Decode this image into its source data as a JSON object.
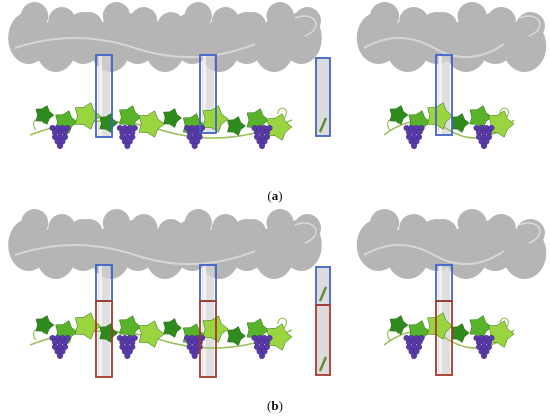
{
  "captions": {
    "a": {
      "open": "(",
      "letter": "a",
      "close": ")"
    },
    "b": {
      "open": "(",
      "letter": "b",
      "close": ")"
    }
  },
  "colors": {
    "blue_box": "#3f63c9",
    "red_box": "#a4382a",
    "shadow": "#7a7a7a",
    "leaf_dark": "#2f8a1e",
    "leaf_mid": "#58b32a",
    "leaf_light": "#9ad43e",
    "grape": "#5a3aa8",
    "vine": "#9bbf5a"
  },
  "icons": [
    "grapevine-shadow-art",
    "grapevine-art",
    "grape-cluster",
    "pole-inset"
  ]
}
